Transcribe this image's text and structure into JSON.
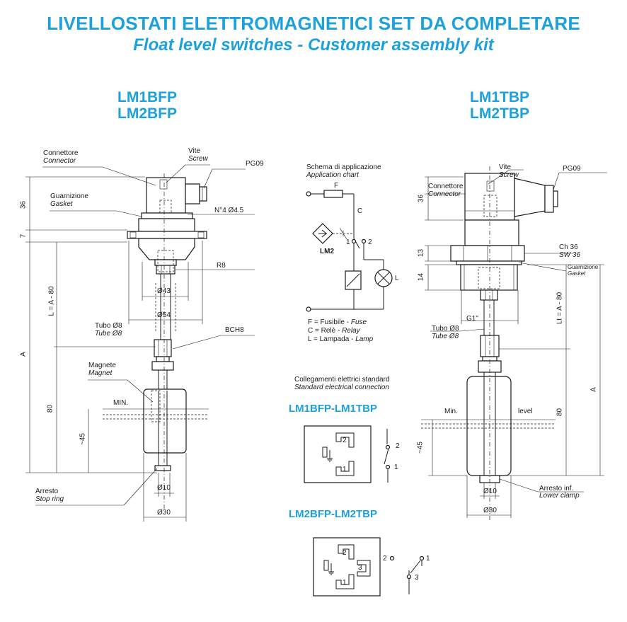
{
  "header": {
    "title_it": "LIVELLOSTATI ELETTROMAGNETICI SET DA COMPLETARE",
    "title_en": "Float level switches - Customer assembly kit"
  },
  "left": {
    "model_1": "LM1BFP",
    "model_2": "LM2BFP",
    "connettore": "Connettore",
    "connector": "Connector",
    "vite": "Vite",
    "screw": "Screw",
    "pg": "PG09",
    "guarnizione": "Guarnizione",
    "gasket": "Gasket",
    "holes": "N°4 Ø4.5",
    "r8": "R8",
    "d43": "Ø43",
    "d54": "Ø54",
    "tubo": "Tubo Ø8",
    "tube": "Tube Ø8",
    "bch8": "BCH8",
    "magnete": "Magnete",
    "magnet": "Magnet",
    "min": "MIN.",
    "arresto": "Arresto",
    "stop_ring": "Stop ring",
    "d10": "Ø10",
    "d30": "Ø30",
    "dim_36": "36",
    "dim_7": "7",
    "dim_l": "L = A - 80",
    "dim_a": "A",
    "dim_80": "80",
    "dim_45": "~45"
  },
  "middle": {
    "schema_it": "Schema di applicazione",
    "schema_en": "Application chart",
    "f": "F",
    "c": "C",
    "lm2": "LM2",
    "n1": "1",
    "n2": "2",
    "l": "L",
    "legend_f_it": "F = Fusibile - ",
    "legend_f_en": "Fuse",
    "legend_c_it": "C = Relè - ",
    "legend_c_en": "Relay",
    "legend_l_it": "L = Lampada - ",
    "legend_l_en": "Lamp",
    "collegamenti_it": "Collegamenti elettrici standard",
    "collegamenti_en": "Standard electrical connection",
    "conn1_title": "LM1BFP-LM1TBP",
    "conn2_title": "LM2BFP-LM2TBP",
    "pin1": "1",
    "pin2": "2",
    "pin3": "3"
  },
  "right": {
    "model_1": "LM1TBP",
    "model_2": "LM2TBP",
    "vite": "Vite",
    "screw": "Screw",
    "connettore": "Connettore",
    "connector": "Connector",
    "pg": "PG09",
    "ch36": "Ch 36",
    "sw36": "SW 36",
    "guarnizione": "Guarnizione",
    "gasket": "Gasket",
    "g1": "G1\"",
    "tubo": "Tubo Ø8",
    "tube": "Tube Ø8",
    "min": "Min.",
    "level": "level",
    "arresto": "Arresto inf.",
    "lower_clamp": "Lower clamp",
    "d10": "Ø10",
    "d30": "Ø30",
    "dim_36": "36",
    "dim_13": "13",
    "dim_14": "14",
    "dim_lt": "Lt = A - 80",
    "dim_a": "A",
    "dim_80": "80",
    "dim_45": "~45"
  }
}
